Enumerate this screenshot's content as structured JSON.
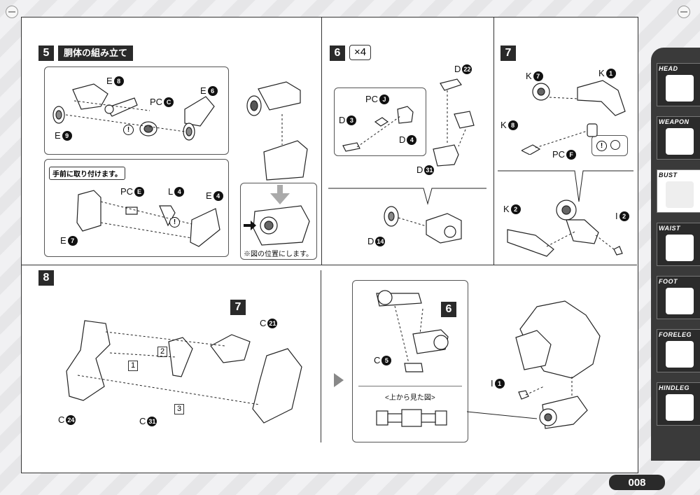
{
  "page_number": "008",
  "step5": {
    "num": "5",
    "title": "胴体の組み立て",
    "labels": {
      "e8": "E",
      "pc_c": "PC",
      "e6": "E",
      "e9": "E"
    },
    "badges": {
      "e8": "8",
      "pc_c": "C",
      "e6": "6",
      "e9": "9"
    },
    "note": "手前に取り付けます。",
    "lower_labels": {
      "pc_e": "PC",
      "l4": "L",
      "e4": "E",
      "e7": "E"
    },
    "lower_badges": {
      "pc_e": "E",
      "l4": "4",
      "e4": "4",
      "e7": "7"
    },
    "position_caption": "※図の位置にします。"
  },
  "step6": {
    "num": "6",
    "multiplier": "×4",
    "labels": {
      "d22": "D",
      "pc_j": "PC",
      "d3": "D",
      "d4": "D",
      "d31": "D",
      "d14": "D"
    },
    "badges": {
      "d22": "22",
      "pc_j": "J",
      "d3": "3",
      "d4": "4",
      "d31": "31",
      "d14": "14"
    }
  },
  "step7": {
    "num": "7",
    "labels": {
      "k7": "K",
      "k1": "K",
      "k8": "K",
      "pc_f": "PC",
      "k2": "K",
      "i2": "I"
    },
    "badges": {
      "k7": "7",
      "k1": "1",
      "k8": "8",
      "pc_f": "F",
      "k2": "2",
      "i2": "2"
    }
  },
  "step8": {
    "num": "8",
    "ref_step": "7",
    "ref_step_6": "6",
    "labels": {
      "c21": "C",
      "c24": "C",
      "c31": "C",
      "c5": "C",
      "i1": "I"
    },
    "badges": {
      "c21": "21",
      "c24": "24",
      "c31": "31",
      "c5": "5",
      "i1": "1"
    },
    "order": [
      "2",
      "1",
      "3"
    ],
    "top_view_caption": "<上から見た図>"
  },
  "sidebar": {
    "tabs": [
      {
        "label": "HEAD"
      },
      {
        "label": "WEAPON"
      },
      {
        "label": "BUST"
      },
      {
        "label": "WAIST"
      },
      {
        "label": "FOOT"
      },
      {
        "label": "FORELEG"
      },
      {
        "label": "HINDLEG"
      }
    ],
    "active": "BUST"
  }
}
